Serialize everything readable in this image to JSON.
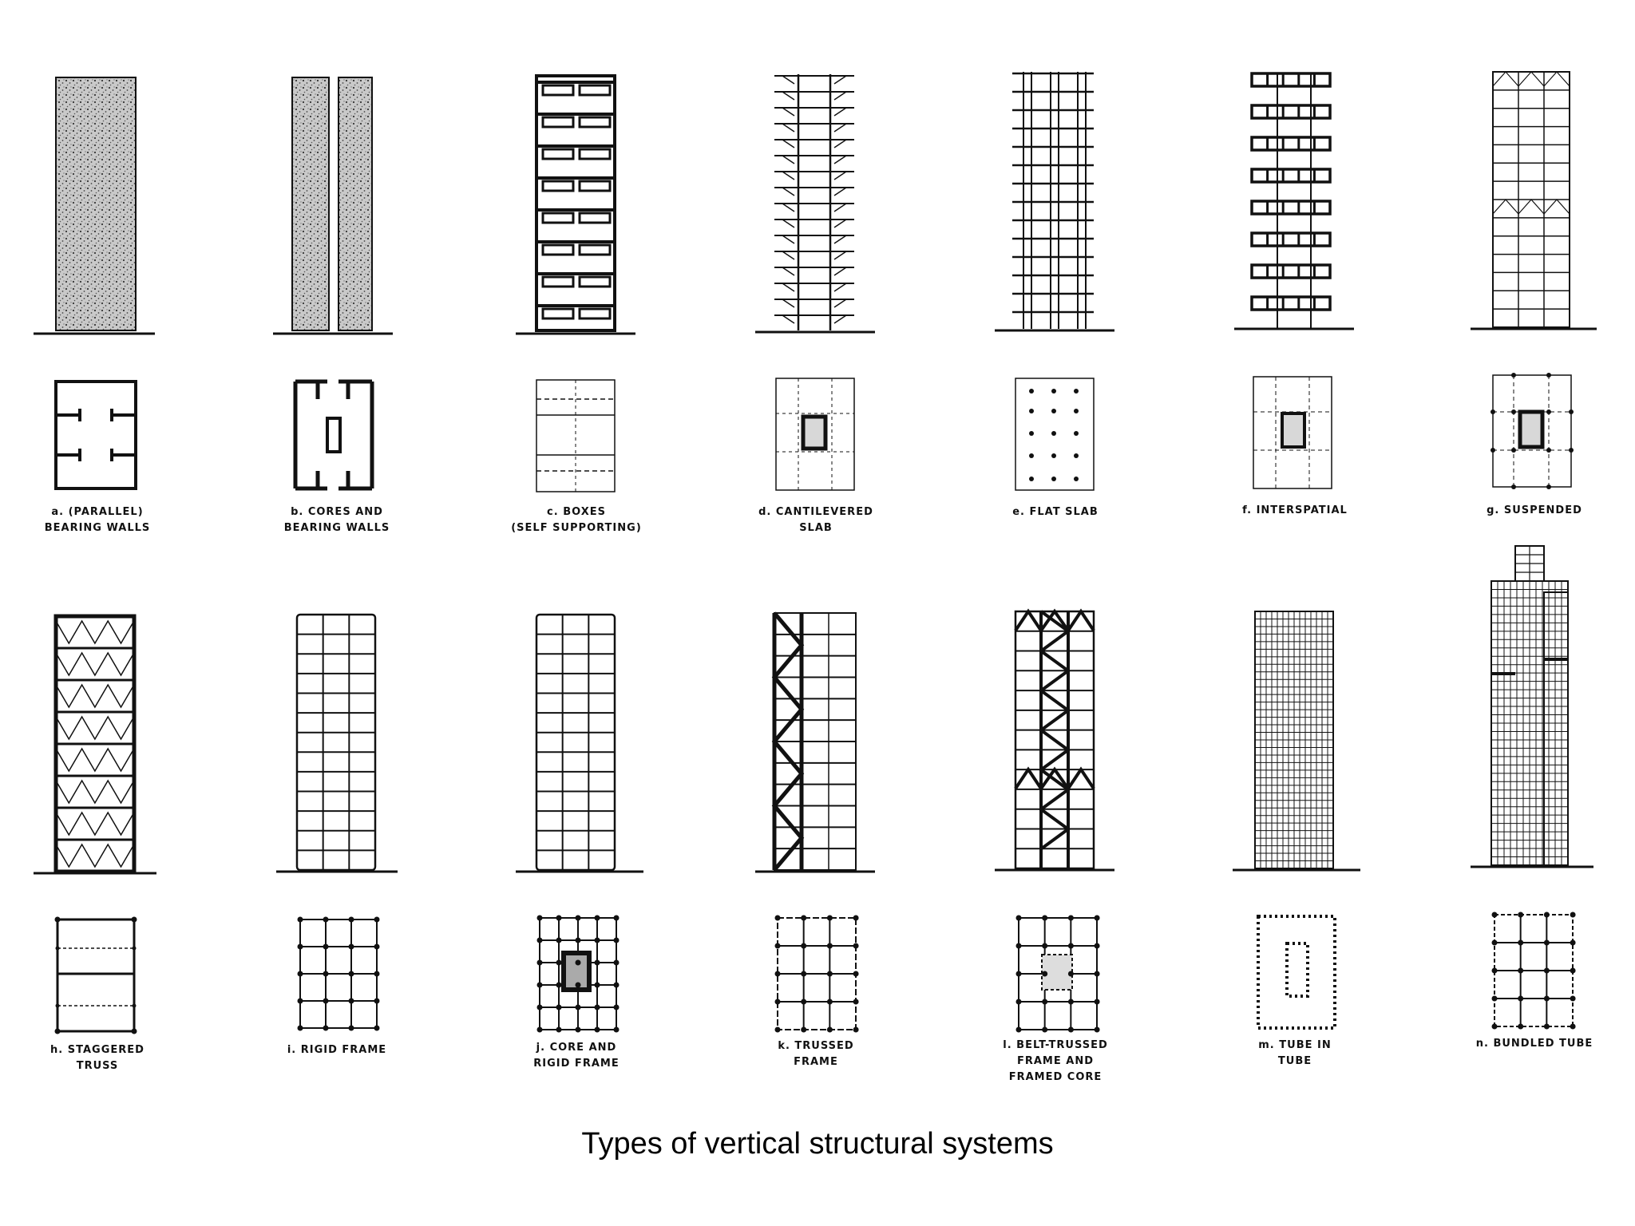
{
  "caption": "Types of vertical structural systems",
  "systems": [
    {
      "key": "a",
      "label": "a. (PARALLEL)\nBEARING WALLS"
    },
    {
      "key": "b",
      "label": "b. CORES AND\nBEARING WALLS"
    },
    {
      "key": "c",
      "label": "c. BOXES\n(SELF SUPPORTING)"
    },
    {
      "key": "d",
      "label": "d. CANTILEVERED\nSLAB"
    },
    {
      "key": "e",
      "label": "e. FLAT SLAB"
    },
    {
      "key": "f",
      "label": "f. INTERSPATIAL"
    },
    {
      "key": "g",
      "label": "g. SUSPENDED"
    },
    {
      "key": "h",
      "label": "h. STAGGERED\nTRUSS"
    },
    {
      "key": "i",
      "label": "i. RIGID FRAME"
    },
    {
      "key": "j",
      "label": "j. CORE AND\nRIGID FRAME"
    },
    {
      "key": "k",
      "label": "k. TRUSSED\nFRAME"
    },
    {
      "key": "l",
      "label": "l. BELT-TRUSSED\nFRAME AND\nFRAMED CORE"
    },
    {
      "key": "m",
      "label": "m. TUBE IN\nTUBE"
    },
    {
      "key": "n",
      "label": "n. BUNDLED TUBE"
    }
  ]
}
